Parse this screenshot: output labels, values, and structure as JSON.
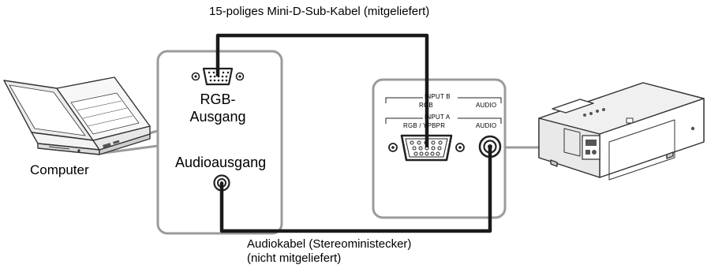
{
  "cables": {
    "vga_cable": "15-poliges Mini-D-Sub-Kabel (mitgeliefert)",
    "audio_cable_line1": "Audiokabel (Stereoministecker)",
    "audio_cable_line2": "(nicht mitgeliefert)"
  },
  "computer": {
    "label": "Computer",
    "rgb_output": "RGB-\nAusgang",
    "audio_output": "Audioausgang"
  },
  "projector_panel": {
    "input_b": "INPUT B",
    "input_b_rgb": "RGB",
    "input_b_audio": "AUDIO",
    "input_a": "INPUT A",
    "input_a_rgb": "RGB / YPBPR",
    "input_a_audio": "AUDIO"
  },
  "colors": {
    "cable": "#1a1a1a",
    "callout_border": "#9b9b9b",
    "device_outline": "#333333"
  }
}
